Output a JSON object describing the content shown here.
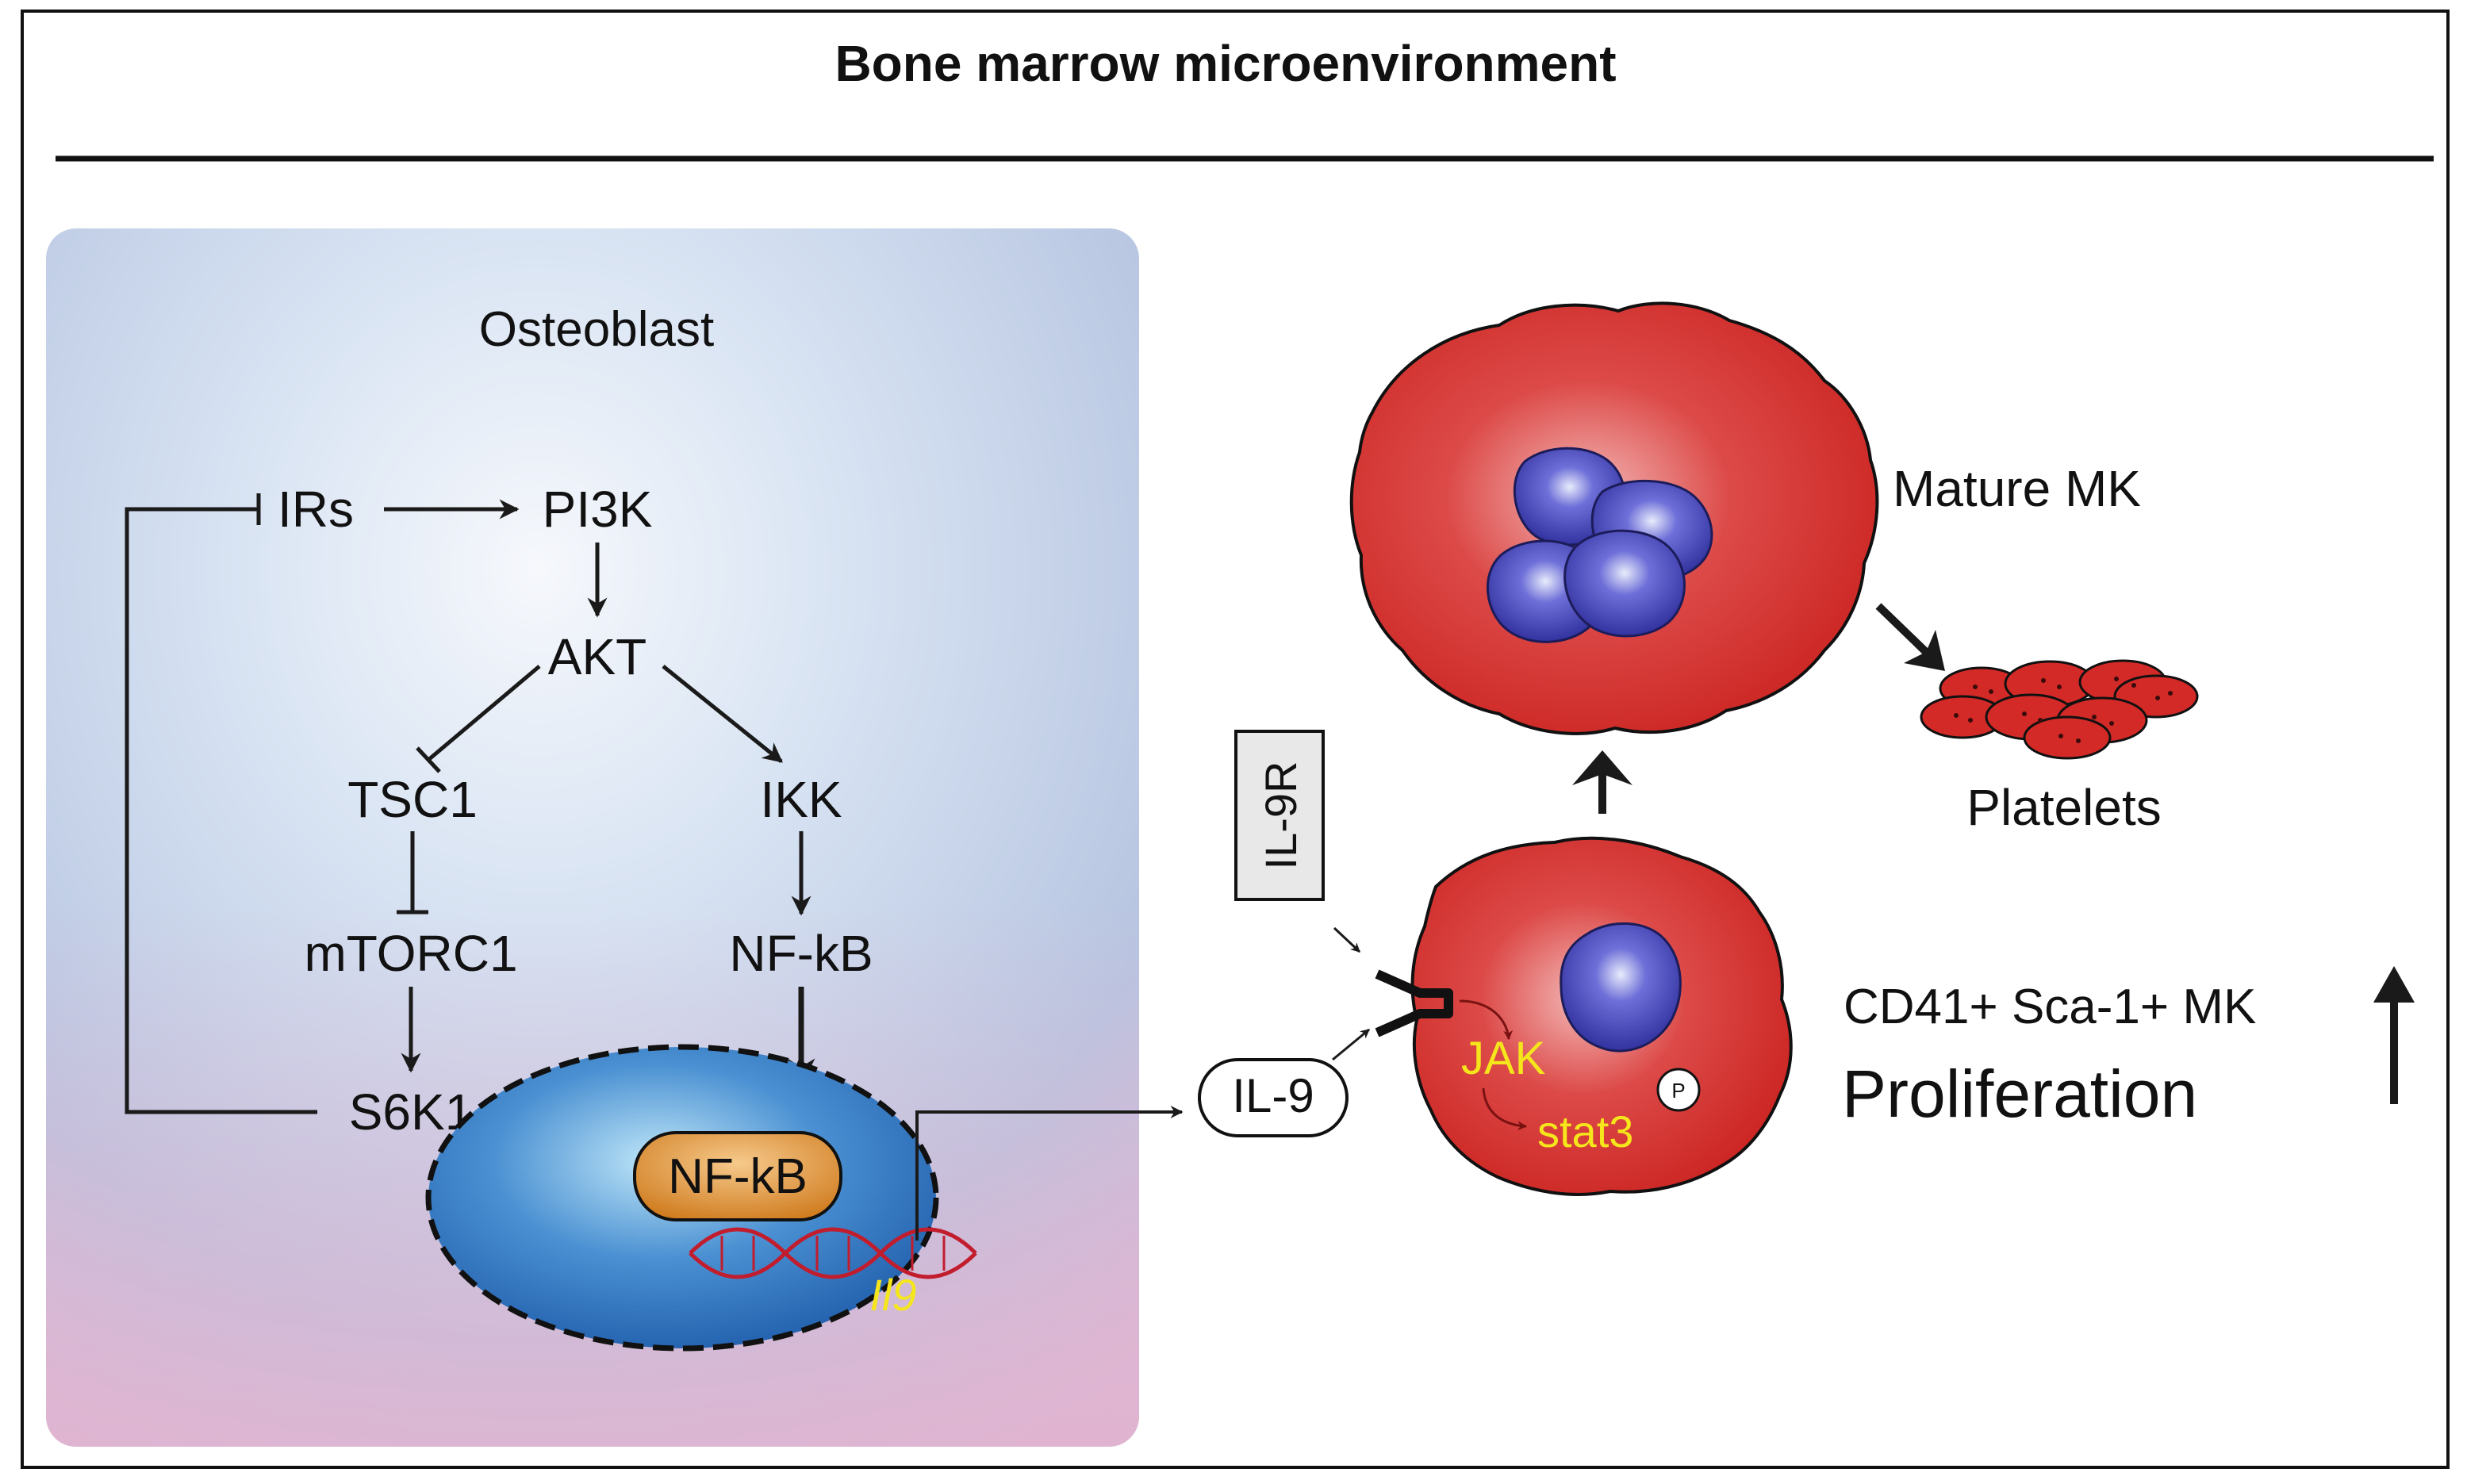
{
  "title": "Bone marrow microenvironment",
  "cell_label": "Osteoblast",
  "pathway": {
    "irs": "IRs",
    "pi3k": "PI3K",
    "akt": "AKT",
    "tsc1": "TSC1",
    "ikk": "IKK",
    "mtorc1": "mTORC1",
    "nfkb": "NF-kB",
    "s6k1": "S6K1"
  },
  "nucleus": {
    "nfkb": "NF-kB",
    "gene": "Il9"
  },
  "il9": "IL-9",
  "il9r": "IL-9R",
  "signaling": {
    "jak": "JAK",
    "stat3": "stat3",
    "phospho": "P"
  },
  "mature_mk": "Mature MK",
  "platelets": "Platelets",
  "proliferation": {
    "population": "CD41+ Sca-1+ MK",
    "label": "Proliferation"
  },
  "colors": {
    "cell_red": "#d42a27",
    "nucleus_blue": "#3d3dab",
    "osteoblast_bg": "#c8d6ec",
    "nfkb_orange": "#d98a2c",
    "label_yellow": "#f5e61c"
  }
}
